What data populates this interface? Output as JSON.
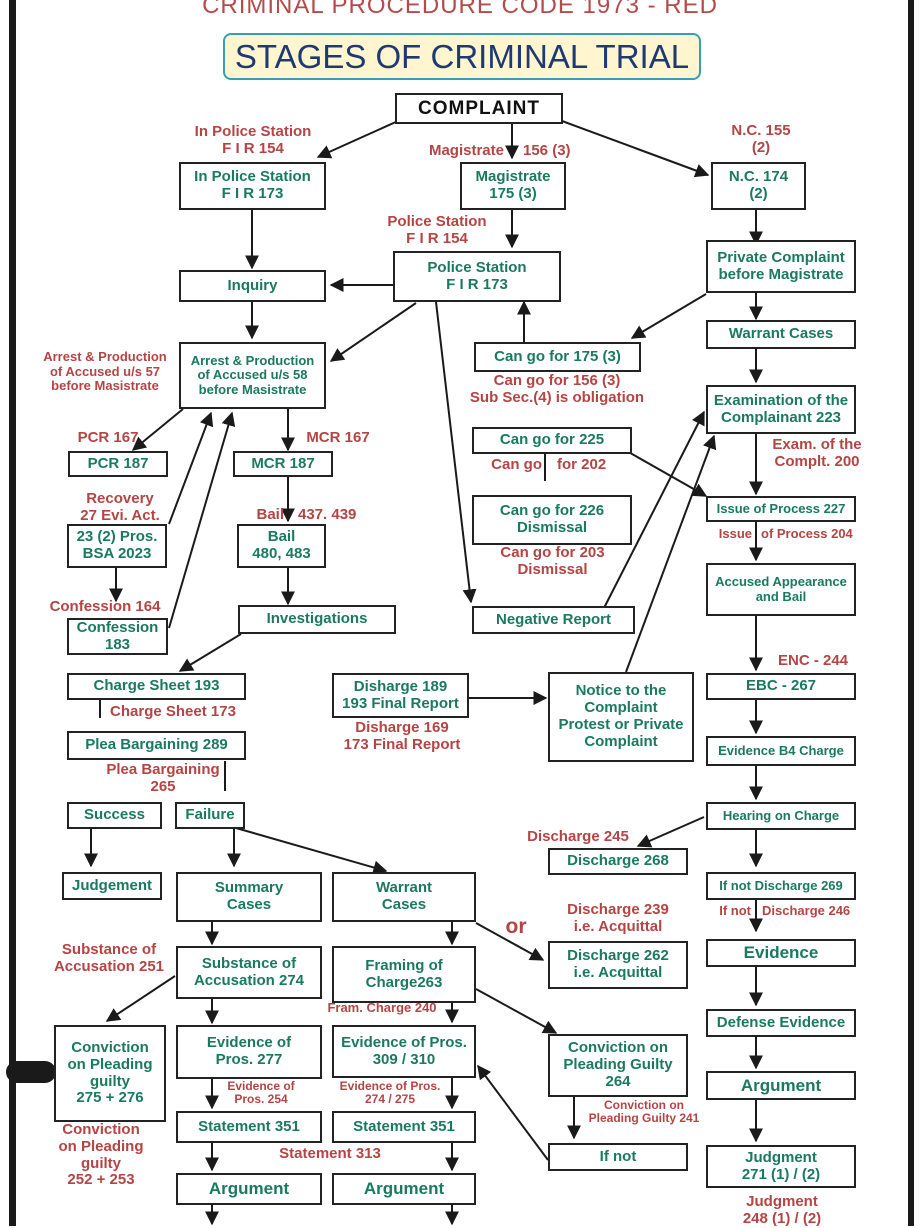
{
  "header": "CRIMINAL PROCEDURE CODE 1973 - RED",
  "title": "STAGES OF CRIMINAL TRIAL",
  "boxes": {
    "complaint": "COMPLAINT",
    "ps_fir_173_a": "In Police Station\nF I R 173",
    "mag_175_3": "Magistrate\n175 (3)",
    "nc_174_2": "N.C. 174\n(2)",
    "ps_fir_173_b": "Police Station\nF I R 173",
    "inquiry": "Inquiry",
    "private_complaint": "Private Complaint\nbefore Magistrate",
    "arrest_58": "Arrest & Production\nof Accused u/s 58\nbefore Masistrate",
    "can_go_175_3": "Can go for 175 (3)",
    "warrant_cases_right": "Warrant Cases",
    "exam_223": "Examination of the\nComplainant 223",
    "pcr_187": "PCR 187",
    "mcr_187": "MCR 187",
    "can_go_225": "Can go for 225",
    "recovery_23_2": "23 (2) Pros.\nBSA 2023",
    "bail_480": "Bail\n480, 483",
    "can_go_226": "Can go for 226\nDismissal",
    "issue_227": "Issue of Process 227",
    "accused_bail": "Accused Appearance\nand Bail",
    "confession_183": "Confession\n183",
    "investigations": "Investigations",
    "negative_report": "Negative Report",
    "charge_sheet_193": "Charge Sheet 193",
    "disharge_189": "Disharge 189\n193 Final Report",
    "notice": "Notice to the\nComplaint\nProtest or Private\nComplaint",
    "ebc_267": "EBC - 267",
    "plea_289": "Plea Bargaining 289",
    "evidence_b4": "Evidence B4 Charge",
    "success": "Success",
    "failure": "Failure",
    "hearing_charge": "Hearing on Charge",
    "discharge_268": "Discharge 268",
    "judgement_left": "Judgement",
    "summary_cases": "Summary\nCases",
    "warrant_cases_mid": "Warrant\nCases",
    "if_not_discharge_269": "If not Discharge 269",
    "discharge_262": "Discharge 262\ni.e. Acquittal",
    "evidence_right": "Evidence",
    "substance_274": "Substance of\nAccusation 274",
    "framing_263": "Framing of\nCharge263",
    "conviction_275": "Conviction\non Pleading\nguilty\n275 + 276",
    "evidence_277": "Evidence of\nPros. 277",
    "evidence_309": "Evidence of Pros.\n309 / 310",
    "conviction_264": "Conviction on\nPleading Guilty\n264",
    "defense_evidence": "Defense Evidence",
    "argument_right": "Argument",
    "statement_351_a": "Statement 351",
    "statement_351_b": "Statement 351",
    "if_not": "If not",
    "judgment_271": "Judgment\n271 (1) / (2)",
    "argument_a": "Argument",
    "argument_b": "Argument"
  },
  "labels": {
    "ps_fir_154_a": "In Police Station\nF I R 154",
    "mag_156_a": "Magistrate",
    "mag_156_b": "156 (3)",
    "nc_155": "N.C. 155\n(2)",
    "ps_fir_154_b": "Police Station\nF I R 154",
    "arrest_57": "Arrest & Production\nof Accused u/s 57\nbefore Masistrate",
    "can_go_156": "Can go for 156 (3)\nSub Sec.(4) is obligation",
    "pcr_167": "PCR 167",
    "mcr_167": "MCR 167",
    "exam_200": "Exam. of the\nComplt. 200",
    "can_go_202_a": "Can go",
    "can_go_202_b": "for 202",
    "recovery_27": "Recovery\n27 Evi. Act.",
    "bail_437_a": "Bail",
    "bail_437_b": "437. 439",
    "issue_204_a": "Issue",
    "issue_204_b": "of Process 204",
    "can_go_203": "Can go for 203\nDismissal",
    "confession_164": "Confession 164",
    "enc_244": "ENC - 244",
    "charge_sheet_173": "Charge Sheet 173",
    "disharge_169": "Disharge 169\n173 Final Report",
    "plea_265": "Plea Bargaining\n265",
    "discharge_245": "Discharge 245",
    "discharge_239": "Discharge 239\ni.e. Acquittal",
    "or": "or",
    "if_not_246_a": "If not",
    "if_not_246_b": "Discharge 246",
    "substance_251": "Substance of\nAccusation 251",
    "fram_charge_240": "Fram. Charge 240",
    "evidence_254": "Evidence of\nPros. 254",
    "evidence_274": "Evidence of Pros.\n274 / 275",
    "conviction_241": "Conviction on\nPleading Guilty 241",
    "conviction_252": "Conviction\non Pleading\nguilty\n252 + 253",
    "statement_313": "Statement 313",
    "judgment_248": "Judgment\n248 (1) / (2)"
  }
}
